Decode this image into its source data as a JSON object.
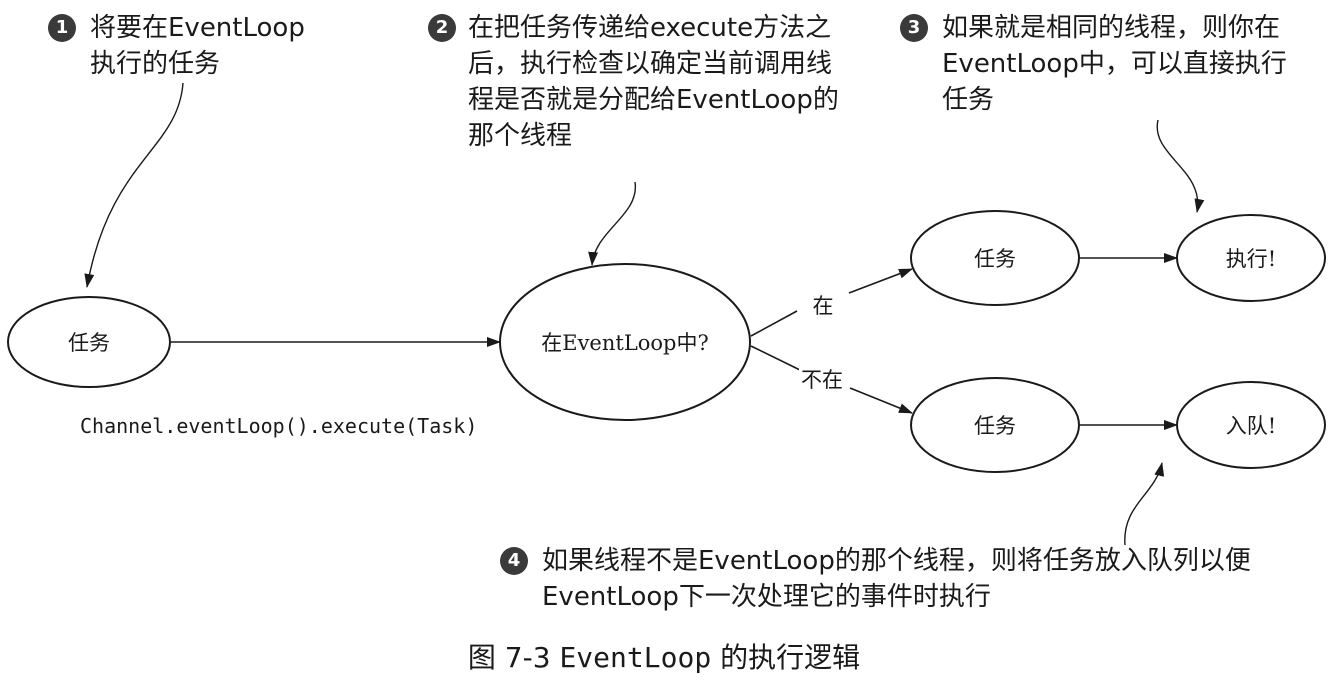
{
  "annotations": [
    {
      "number": "1",
      "lines": [
        "将要在EventLoop",
        "执行的任务"
      ]
    },
    {
      "number": "2",
      "lines": [
        "在把任务传递给execute方法之",
        "后，执行检查以确定当前调用线",
        "程是否就是分配给EventLoop的",
        "那个线程"
      ]
    },
    {
      "number": "3",
      "lines": [
        "如果就是相同的线程，则你在",
        "EventLoop中，可以直接执行",
        "任务"
      ]
    },
    {
      "number": "4",
      "lines": [
        "如果线程不是EventLoop的那个线程，则将任务放入队列以便",
        "EventLoop下一次处理它的事件时执行"
      ]
    }
  ],
  "nodes": {
    "task_start": "任务",
    "decision": "在EventLoop中?",
    "task_in": "任务",
    "execute": "执行!",
    "task_not_in": "任务",
    "enqueue": "入队!"
  },
  "edges": {
    "yes_label": "在",
    "no_label": "不在"
  },
  "code_call": "Channel.eventLoop().execute(Task)",
  "caption": {
    "prefix": "图 7-3",
    "mono": "EventLoop",
    "suffix": "的执行逻辑"
  }
}
